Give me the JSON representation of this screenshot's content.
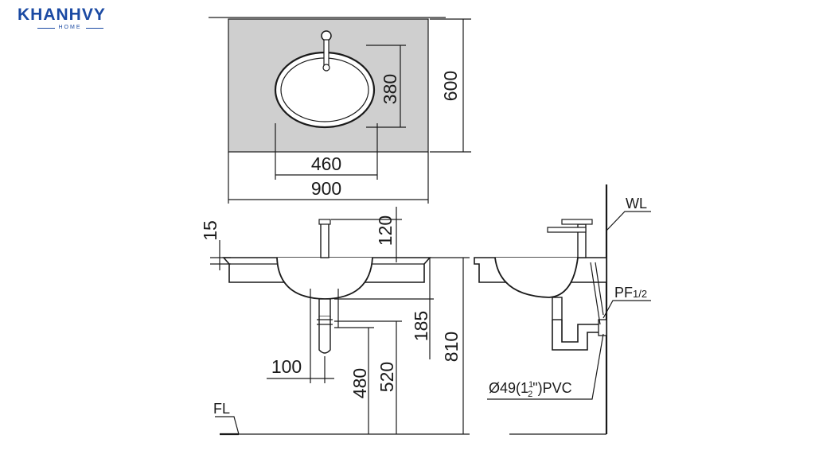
{
  "brand": {
    "name": "KHANHVY",
    "tagline": "HOME",
    "color": "#1b4aa3"
  },
  "top_view": {
    "width_dim": "900",
    "depth_dim": "600",
    "bowl_width_dim": "460",
    "bowl_depth_dim": "380"
  },
  "front_view": {
    "rim_thickness_dim": "15",
    "faucet_height_dim": "120",
    "drain_depth_dim": "185",
    "drain_offset_dim": "100",
    "trap_height_dim": "480",
    "drain_height_dim": "520",
    "total_height_dim": "810",
    "floor_label": "FL"
  },
  "side_view": {
    "wall_label": "WL",
    "supply_label": "PF",
    "supply_size": "1/2",
    "pipe_spec_prefix": "Ø49(1",
    "pipe_frac_num": "1",
    "pipe_frac_den": "2",
    "pipe_spec_suffix": "\")PVC"
  }
}
